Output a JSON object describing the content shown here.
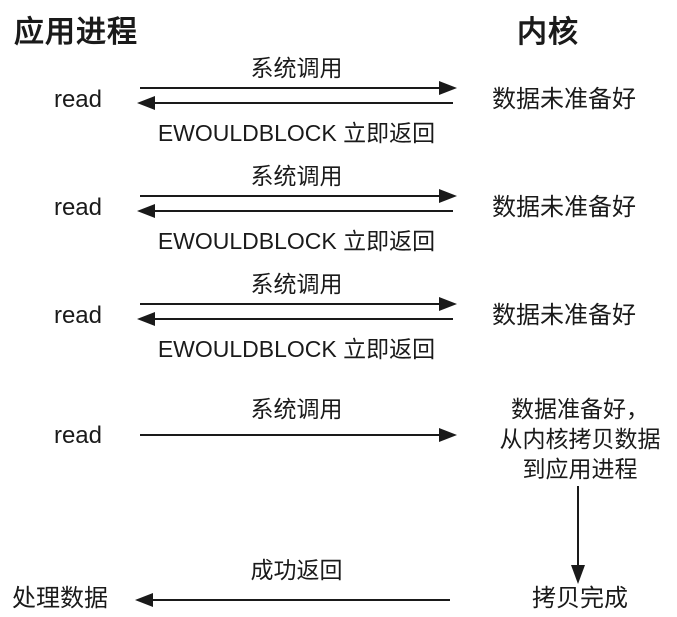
{
  "titles": {
    "left": "应用进程",
    "right": "内核"
  },
  "rows": [
    {
      "left_label": "read",
      "syscall_label": "系统调用",
      "return_label": "EWOULDBLOCK 立即返回",
      "kernel_status": "数据未准备好"
    },
    {
      "left_label": "read",
      "syscall_label": "系统调用",
      "return_label": "EWOULDBLOCK 立即返回",
      "kernel_status": "数据未准备好"
    },
    {
      "left_label": "read",
      "syscall_label": "系统调用",
      "return_label": "EWOULDBLOCK 立即返回",
      "kernel_status": "数据未准备好"
    },
    {
      "left_label": "read",
      "syscall_label": "系统调用",
      "kernel_status_lines": [
        "数据准备好，",
        "从内核拷贝数据",
        "到应用进程"
      ]
    }
  ],
  "bottom": {
    "copy_done": "拷贝完成",
    "success_label": "成功返回",
    "process_data": "处理数据"
  },
  "icons": {
    "syscall_arrow": "right-arrow",
    "immediate_return_arrow": "left-arrow",
    "kernel_copy_arrow": "down-arrow",
    "success_return_arrow": "left-arrow"
  },
  "colors": {
    "background": "#ffffff",
    "text": "#1a1a1a",
    "arrow": "#1a1a1a"
  }
}
